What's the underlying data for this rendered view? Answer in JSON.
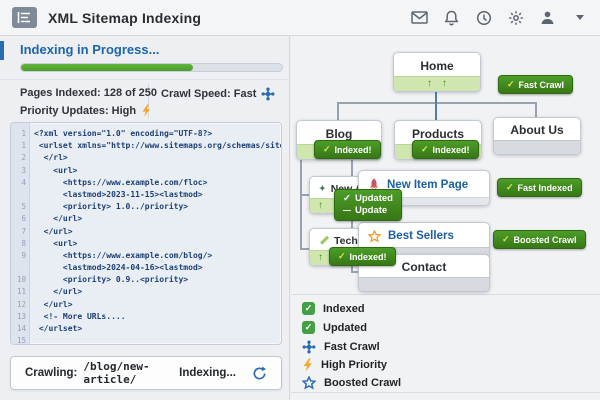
{
  "header": {
    "title": "XML Sitemap Indexing"
  },
  "status": {
    "heading": "Indexing in Progress...",
    "progress_percent": 66,
    "pages_indexed": "Pages Indexed: 128 of 250",
    "crawl_speed": "Crawl Speed: Fast",
    "priority_updates": "Priority Updates: High"
  },
  "code": {
    "lines": [
      {
        "n": "1",
        "t": "<?xml version=\"1.0\" encoding=\"UTF-8?>"
      },
      {
        "n": "1",
        "t": " <urlset xmlns=\"http://www.sitemaps.org/schemas/sitemap/0.9\">"
      },
      {
        "n": "2",
        "t": "  </rl>"
      },
      {
        "n": "3",
        "t": "    <url>"
      },
      {
        "n": "4",
        "t": "      <https://www.example.com/floc>"
      },
      {
        "n": "",
        "t": "      <lastmod>2023-11-15><lastmod>"
      },
      {
        "n": "5",
        "t": "      <priority> 1.0../priority>"
      },
      {
        "n": "6",
        "t": "    </url>"
      },
      {
        "n": "7",
        "t": "  </url>"
      },
      {
        "n": "8",
        "t": "    <url>"
      },
      {
        "n": "9",
        "t": "      <https://www.example.com/blog/>"
      },
      {
        "n": "",
        "t": "      <lastmod>2024-04-16><lastmod>"
      },
      {
        "n": "10",
        "t": "      <priority> 0.9..<priority>"
      },
      {
        "n": "11",
        "t": "    </url>"
      },
      {
        "n": "12",
        "t": "  </url>"
      },
      {
        "n": "13",
        "t": "  <!- More URLs...."
      },
      {
        "n": "14",
        "t": " </urlset>"
      },
      {
        "n": "15",
        "t": ""
      }
    ]
  },
  "crawl_bar": {
    "label": "Crawling:",
    "path": "/blog/new-article/",
    "status": "Indexing..."
  },
  "tree": {
    "home": {
      "label": "Home",
      "badge": "Fast Crawl"
    },
    "blog": {
      "label": "Blog",
      "badge": "Indexed!"
    },
    "products": {
      "label": "Products",
      "badge": "Indexed!"
    },
    "about_us": {
      "label": "About Us"
    },
    "new_article": {
      "label": "New Article",
      "badge_line1": "Updated",
      "badge_line2": "Update"
    },
    "tech_post": {
      "label": "Tech Post",
      "badge": "Indexed!"
    },
    "new_item_page": {
      "label": "New Item Page",
      "badge": "Fast Indexed"
    },
    "best_sellers": {
      "label": "Best Sellers",
      "badge": "Boosted Crawl"
    },
    "contact": {
      "label": "Contact"
    }
  },
  "legend": {
    "items": [
      {
        "icon": "check-square-icon",
        "label": "Indexed"
      },
      {
        "icon": "check-square-icon",
        "label": "Updated"
      },
      {
        "icon": "crawler-icon",
        "label": "Fast Crawl"
      },
      {
        "icon": "lightning-icon",
        "label": "High Priority"
      },
      {
        "icon": "star-icon",
        "label": "Boosted Crawl"
      }
    ]
  },
  "icons": {
    "check": "✓",
    "up": "↑",
    "dash": "—",
    "diamond": "✦"
  },
  "colors": {
    "accent_blue": "#2b6cb0",
    "progress_green": "#55aa33",
    "badge_green": "#3e8e1d",
    "strip_green": "#cfe7ae",
    "priority_orange": "#f5a623"
  }
}
